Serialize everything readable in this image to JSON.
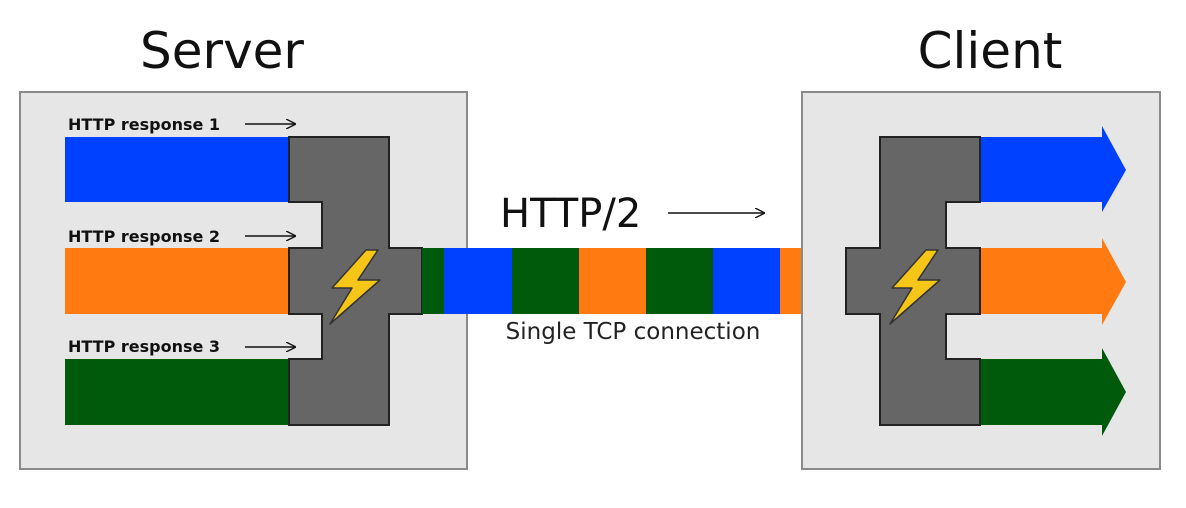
{
  "server": {
    "title": "Server",
    "responses": [
      {
        "label": "HTTP response 1",
        "color": "#0040ff"
      },
      {
        "label": "HTTP response 2",
        "color": "#ff7a10"
      },
      {
        "label": "HTTP response 3",
        "color": "#005a0c"
      }
    ]
  },
  "client": {
    "title": "Client"
  },
  "connection": {
    "protocol_label": "HTTP/2",
    "caption": "Single TCP connection",
    "segment_colors": [
      "#005a0c",
      "#0040ff",
      "#005a0c",
      "#ff7a10",
      "#005a0c",
      "#0040ff",
      "#ff7a10"
    ]
  },
  "colors": {
    "box_fill": "#e6e6e6",
    "box_stroke": "#8a8a8a",
    "mux_fill": "#666666",
    "lightning": "#f5c518",
    "blue": "#0040ff",
    "orange": "#ff7a10",
    "green": "#005a0c"
  },
  "icons": [
    "lightning-bolt-icon",
    "right-arrow-icon"
  ]
}
